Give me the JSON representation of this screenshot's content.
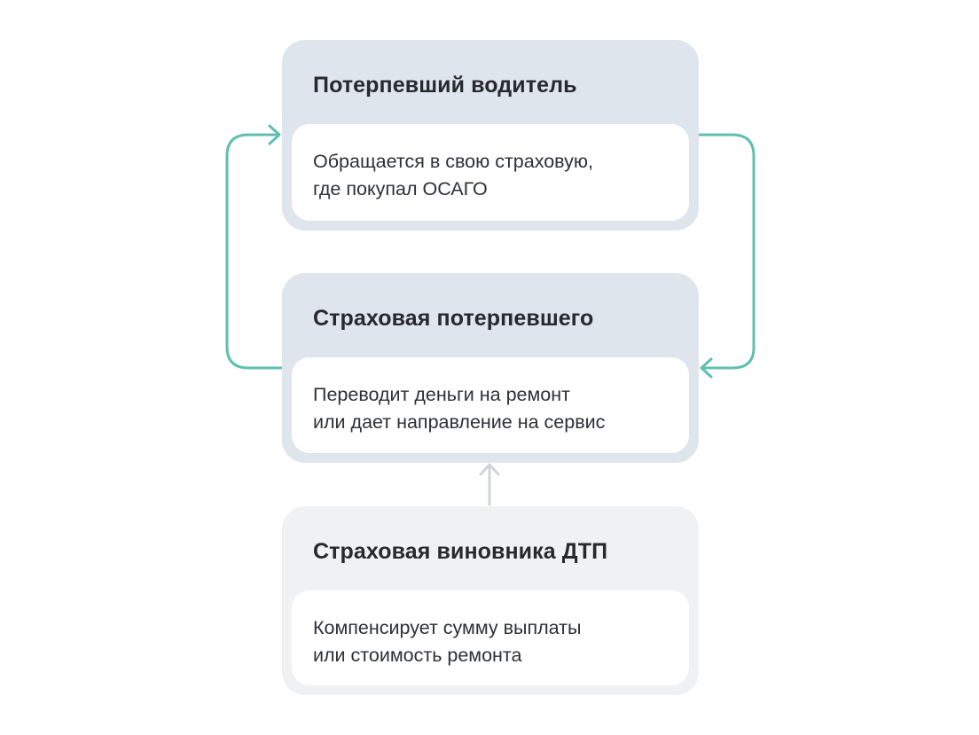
{
  "nodes": [
    {
      "title": "Потерпевший водитель",
      "text_line1": "Обращается в свою страховую,",
      "text_line2": "где покупал ОСАГО"
    },
    {
      "title": "Страховая потерпевшего",
      "text_line1": "Переводит деньги на ремонт",
      "text_line2": "или дает направление на сервис"
    },
    {
      "title": "Страховая виновника ДТП",
      "text_line1": "Компенсирует сумму выплаты",
      "text_line2": "или стоимость ремонта"
    }
  ],
  "colors": {
    "loop_arrow": "#5fbfb1",
    "up_arrow": "#cfd3d8",
    "card_primary": "#dfe5ed",
    "card_secondary": "#f0f1f3"
  }
}
